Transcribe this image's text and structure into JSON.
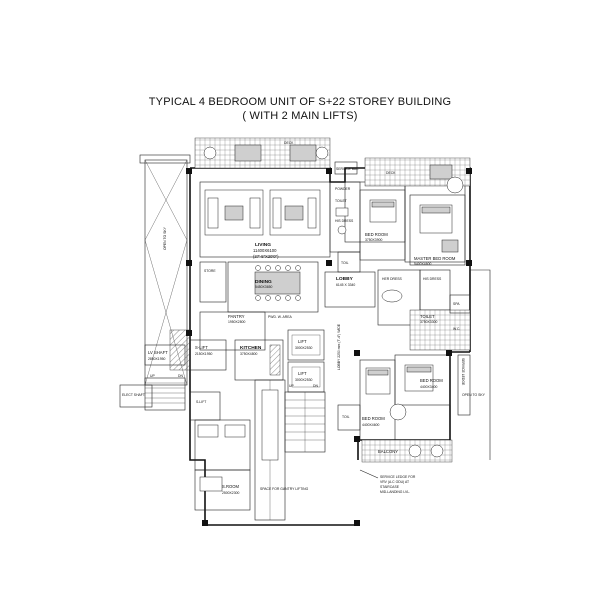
{
  "title": {
    "line1": "TYPICAL 4 BEDROOM UNIT OF S+22  STOREY BUILDING",
    "line2": "( WITH 2 MAIN LIFTS)"
  },
  "labels": {
    "deck_top": "DECK",
    "deck_right": "DECK",
    "service_bal": "SERVICE BAL.",
    "powder": "POWDER",
    "toilet": "TOILET",
    "his_dress": "HIS DRESS",
    "bed_room_1": "BED ROOM",
    "bed_room_1_size": "3750X3900",
    "master_bed_room": "MASTER BED ROOM",
    "master_bed_size": "5400X4600",
    "toilet_2": "TOIL",
    "living": "LIVING",
    "living_size": "11400X6100",
    "living_size_ft": "(37'-5\"X20'0\")",
    "dining": "DINING",
    "dining_size": "5450X3650",
    "store": "STORE",
    "lobby": "LOBBY",
    "lobby_size": "6145 X 3340",
    "his_dress_2": "HIS DRESS",
    "her_dress": "HER DRESS",
    "toilet_3": "TOILET",
    "toilet_3_size": "3750X3300",
    "spa": "SPA",
    "wc": "W.C.",
    "pantry": "PANTRY",
    "pantry_size": "1950X2800",
    "pwd_wash": "PWD. W. AREA",
    "kitchen": "KITCHEN",
    "kitchen_size": "3750X4800",
    "lift_1": "LIFT",
    "lift_1_size": "3000X2530",
    "lift_2": "LIFT",
    "lift_2_size": "3000X2530",
    "lobby_corridor": "LOBBY 2250 mm (7'-4\") WIDE",
    "lv_shaft": "LV SHAFT",
    "lv_shaft_size": "2850X1950",
    "s_lift": "S-LIFT",
    "s_lift_size": "2150X1950",
    "s_lift_2": "S-LIFT",
    "elec_shaft": "ELECT SHAFT",
    "open_to_sky_left": "OPEN TO SKY",
    "open_to_sky_right": "OPEN TO SKY",
    "service_ledge": "SERVICE LEDGE",
    "bed_room_2": "BED ROOM",
    "bed_room_2_size": "4400X3400",
    "bed_room_3": "BED ROOM",
    "bed_room_3_size": "4400X4600",
    "toilet_4": "TOIL",
    "balcony": "BALCONY",
    "s_room": "S.ROOM",
    "s_room_size": "2500X2300",
    "space_gantry": "SPACE FOR GANTRY LIFTING",
    "up": "UP",
    "dn": "DN",
    "up2": "UP",
    "dn2": "DN",
    "service_note_1": "SERVICE LEDGE FOR",
    "service_note_2": "VRV (A.C ODU) AT",
    "service_note_3": "STAIRCASE",
    "service_note_4": "MID-LANDING LVL."
  }
}
